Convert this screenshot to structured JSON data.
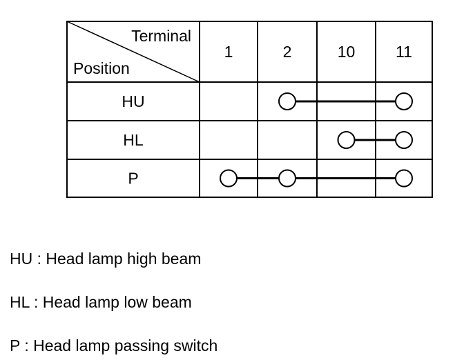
{
  "table": {
    "header": {
      "corner_top": "Terminal",
      "corner_bottom": "Position",
      "terminals": [
        "1",
        "2",
        "10",
        "11"
      ]
    },
    "rows": [
      {
        "position": "HU",
        "connected_terminals": [
          "2",
          "11"
        ]
      },
      {
        "position": "HL",
        "connected_terminals": [
          "10",
          "11"
        ]
      },
      {
        "position": "P",
        "connected_terminals": [
          "1",
          "2",
          "11"
        ]
      }
    ],
    "line_color": "#000000"
  },
  "legend": [
    "HU : Head lamp high beam",
    "HL : Head lamp low beam",
    "P : Head lamp passing switch"
  ]
}
